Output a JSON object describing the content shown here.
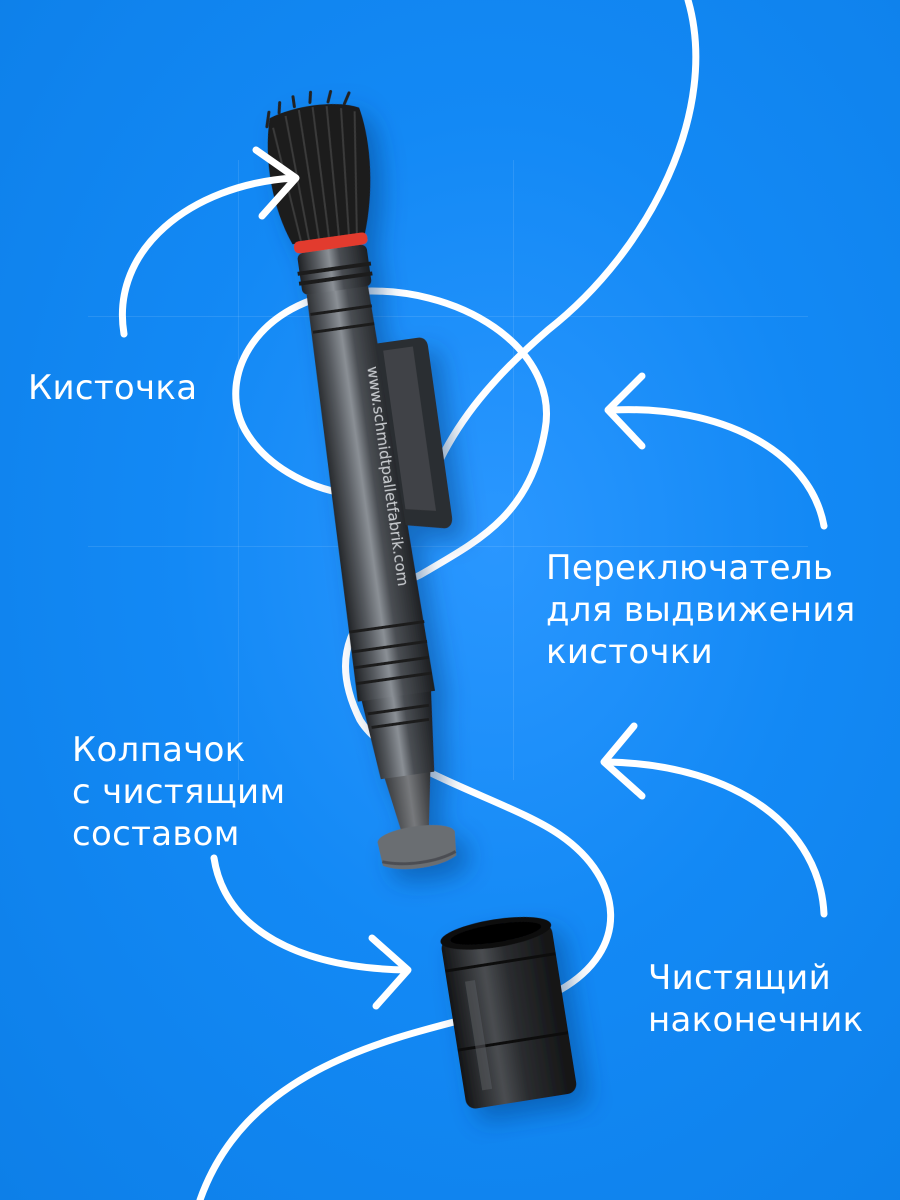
{
  "product": {
    "name": "lens cleaning pen",
    "body_imprint": "www.schmidtpalletfabrik.com"
  },
  "labels": {
    "brush": "Кисточка",
    "switch": "Переключатель\nдля выдвижения\nкисточки",
    "cap": "Колпачок\nс чистящим\nсоставом",
    "tip": "Чистящий\nнаконечник"
  },
  "colors": {
    "background": "#1389f5",
    "text": "#ffffff",
    "accent_ring": "#e23a2e",
    "pen_body": "#3b3e42"
  },
  "icons": [
    "arrow-to-brush-icon",
    "arrow-to-switch-icon",
    "arrow-to-cap-icon",
    "arrow-to-tip-icon"
  ]
}
